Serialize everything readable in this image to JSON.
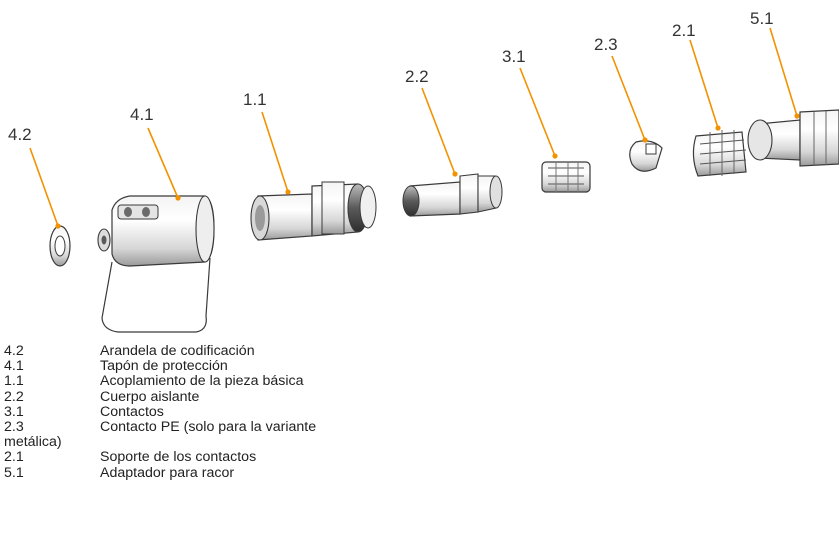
{
  "callouts": {
    "c42": "4.2",
    "c41": "4.1",
    "c11": "1.1",
    "c22": "2.2",
    "c31": "3.1",
    "c23": "2.3",
    "c21": "2.1",
    "c51": "5.1"
  },
  "legend": [
    {
      "num": "4.2",
      "text": "Arandela de codificación"
    },
    {
      "num": "4.1",
      "text": "Tapón de protección"
    },
    {
      "num": "1.1",
      "text": "Acoplamiento de la pieza básica"
    },
    {
      "num": "2.2",
      "text": "Cuerpo aislante"
    },
    {
      "num": "3.1",
      "text": "Contactos"
    },
    {
      "num": "2.3",
      "text": "Contacto PE (solo para la variante",
      "continuation": "metálica)"
    },
    {
      "num": "2.1",
      "text": "Soporte de los contactos"
    },
    {
      "num": "5.1",
      "text": "Adaptador para racor"
    }
  ],
  "colors": {
    "leader": "#f39200",
    "dot": "#f39200",
    "outline": "#3a3a3a"
  }
}
